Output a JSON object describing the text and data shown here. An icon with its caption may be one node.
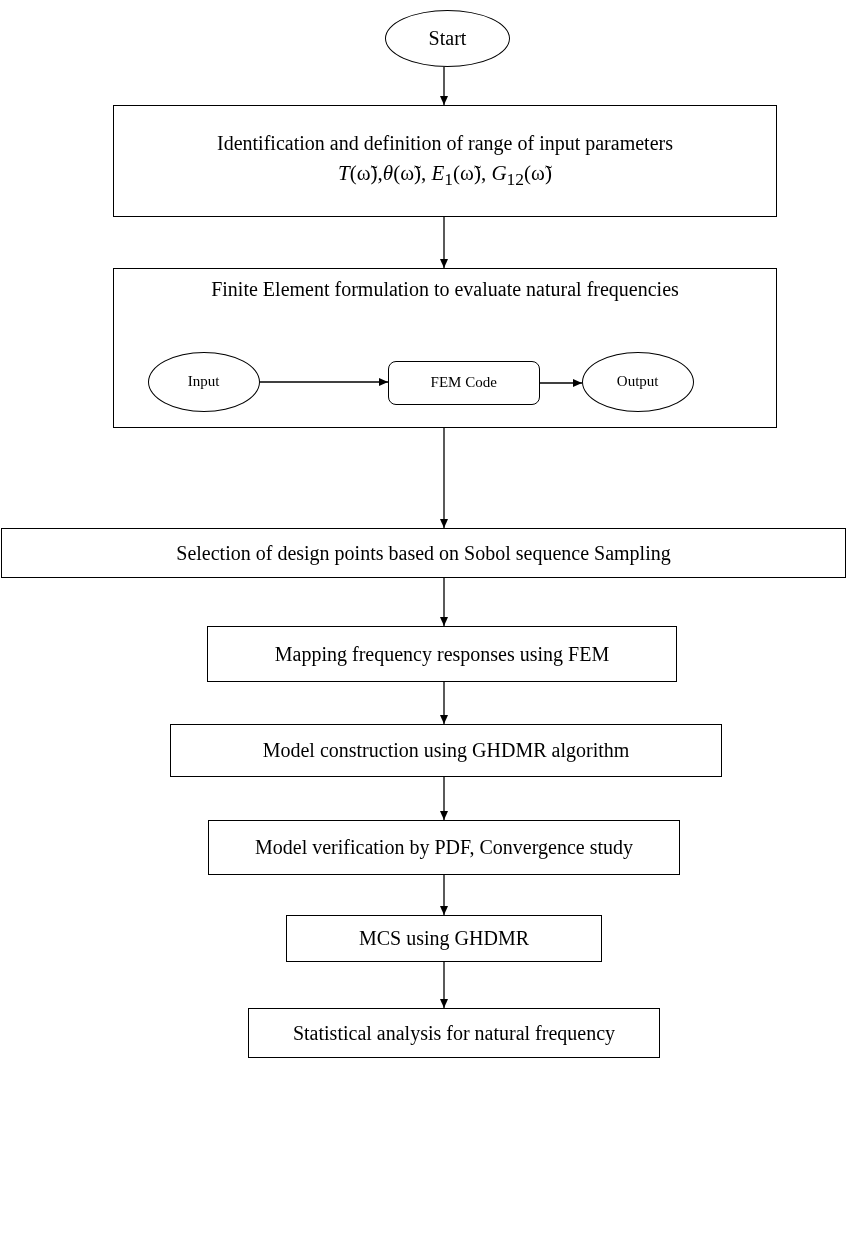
{
  "diagram": {
    "nodes": [
      {
        "text": [
          "Start"
        ]
      },
      {
        "text": [
          "Identification and definition of range of input parameters",
          "*T*(ω̃),*θ*(ω̃), *E*$_{1}$(ω̃), *G*$_{12}$(ω̃)"
        ]
      },
      {
        "text": [
          "Finite Element formulation to evaluate natural frequencies"
        ]
      },
      {
        "text": [
          "Input"
        ],
        "in": 2
      },
      {
        "text": [
          "FEM Code"
        ],
        "in": 2
      },
      {
        "text": [
          "Output"
        ],
        "in": 2
      },
      {
        "text": [
          "Selection of design points based on Sobol sequence Sampling"
        ]
      },
      {
        "text": [
          "Mapping frequency responses using FEM"
        ]
      },
      {
        "text": [
          "Model construction using GHDMR algorithm"
        ]
      },
      {
        "text": [
          "Model verification by PDF, Convergence study"
        ]
      },
      {
        "text": [
          "MCS using GHDMR"
        ]
      },
      {
        "text": [
          "Statistical analysis for natural frequency"
        ]
      }
    ],
    "edges": [
      {
        "from": 0,
        "to": 1,
        "arrow": "to"
      },
      {
        "from": 1,
        "to": 2,
        "arrow": "to"
      },
      {
        "from": 3,
        "to": 4,
        "arrow": "to"
      },
      {
        "from": 4,
        "to": 5,
        "arrow": "to"
      },
      {
        "from": 2,
        "to": 6,
        "arrow": "to"
      },
      {
        "from": 6,
        "to": 7,
        "arrow": "to"
      },
      {
        "from": 7,
        "to": 8,
        "arrow": "to"
      },
      {
        "from": 8,
        "to": 9,
        "arrow": "to"
      },
      {
        "from": 9,
        "to": 10,
        "arrow": "to"
      },
      {
        "from": 10,
        "to": 11,
        "arrow": "to"
      }
    ]
  }
}
